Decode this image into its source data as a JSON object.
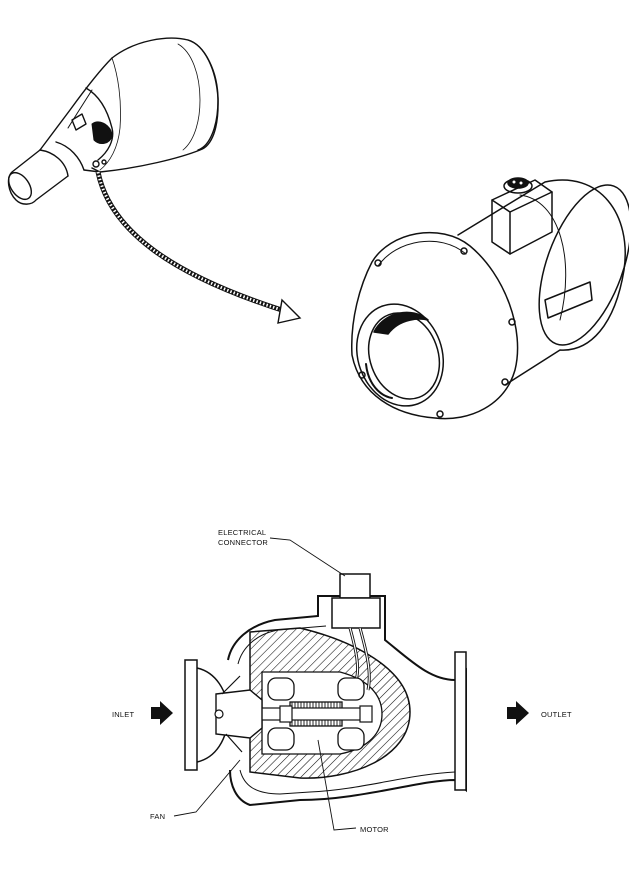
{
  "labels": {
    "electrical_connector_line1": "ELECTRICAL",
    "electrical_connector_line2": "CONNECTOR",
    "inlet": "INLET",
    "outlet": "OUTLET",
    "fan": "FAN",
    "motor": "MOTOR"
  },
  "colors": {
    "ink": "#111111",
    "background": "#ffffff"
  },
  "icons": {
    "inlet_arrow": "right-arrow-icon",
    "outlet_arrow": "right-arrow-icon"
  }
}
